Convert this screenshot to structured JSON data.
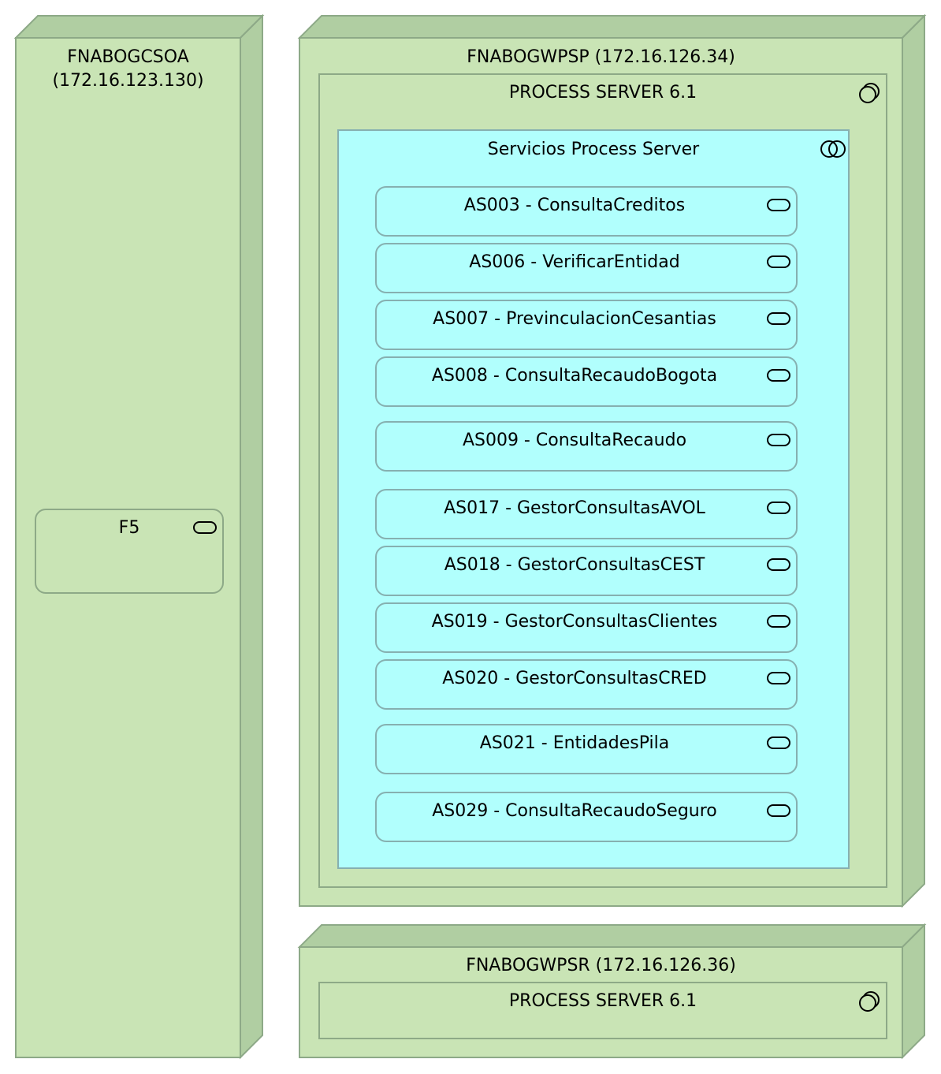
{
  "nodes": {
    "soa": {
      "name": "FNABOGCSOA",
      "ip": "(172.16.123.130)",
      "component": {
        "label": "F5",
        "icon": "service-icon"
      }
    },
    "wpsp": {
      "title": "FNABOGWPSP (172.16.126.34)",
      "system_software": {
        "label": "PROCESS SERVER 6.1",
        "icon": "system-software-icon"
      },
      "group": {
        "label": "Servicios Process Server",
        "icon": "interaction-icon"
      },
      "services": [
        {
          "label": "AS003 - ConsultaCreditos",
          "icon": "service-icon"
        },
        {
          "label": "AS006 - VerificarEntidad",
          "icon": "service-icon"
        },
        {
          "label": "AS007 - PrevinculacionCesantias",
          "icon": "service-icon"
        },
        {
          "label": "AS008 - ConsultaRecaudoBogota",
          "icon": "service-icon"
        },
        {
          "label": "AS009 - ConsultaRecaudo",
          "icon": "service-icon"
        },
        {
          "label": "AS017 - GestorConsultasAVOL",
          "icon": "service-icon"
        },
        {
          "label": "AS018 - GestorConsultasCEST",
          "icon": "service-icon"
        },
        {
          "label": "AS019 - GestorConsultasClientes",
          "icon": "service-icon"
        },
        {
          "label": "AS020 - GestorConsultasCRED",
          "icon": "service-icon"
        },
        {
          "label": "AS021 - EntidadesPila",
          "icon": "service-icon"
        },
        {
          "label": "AS029 - ConsultaRecaudoSeguro",
          "icon": "service-icon"
        }
      ]
    },
    "wpsr": {
      "title": "FNABOGWPSR (172.16.126.36)",
      "system_software": {
        "label": "PROCESS SERVER 6.1",
        "icon": "system-software-icon"
      }
    }
  },
  "colors": {
    "node_fill": "#c9e4b5",
    "node_side": "#b0cea2",
    "node_border": "#8da987",
    "service_fill": "#b1fffd"
  }
}
